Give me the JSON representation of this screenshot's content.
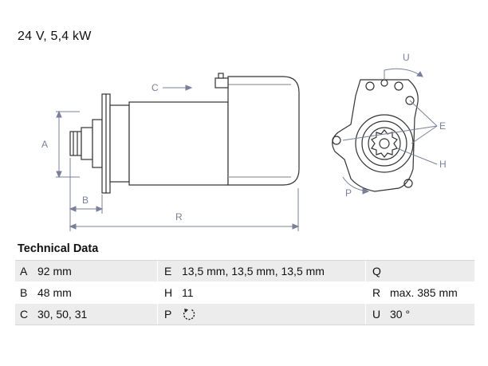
{
  "header": {
    "title": "24 V, 5,4 kW"
  },
  "drawing_labels": {
    "a": "A",
    "b": "B",
    "c": "C",
    "r": "R",
    "u": "U",
    "e": "E",
    "h": "H",
    "p": "P"
  },
  "technical_data": {
    "heading": "Technical Data",
    "rows": [
      [
        {
          "key": "A",
          "value": "92 mm"
        },
        {
          "key": "E",
          "value": "13,5 mm, 13,5 mm, 13,5 mm"
        },
        {
          "key": "Q",
          "value": ""
        }
      ],
      [
        {
          "key": "B",
          "value": "48 mm"
        },
        {
          "key": "H",
          "value": "11"
        },
        {
          "key": "R",
          "value": "max. 385 mm"
        }
      ],
      [
        {
          "key": "C",
          "value": "30, 50, 31"
        },
        {
          "key": "P",
          "value": "rotation-counterclockwise-icon"
        },
        {
          "key": "U",
          "value": "30 °"
        }
      ]
    ]
  }
}
